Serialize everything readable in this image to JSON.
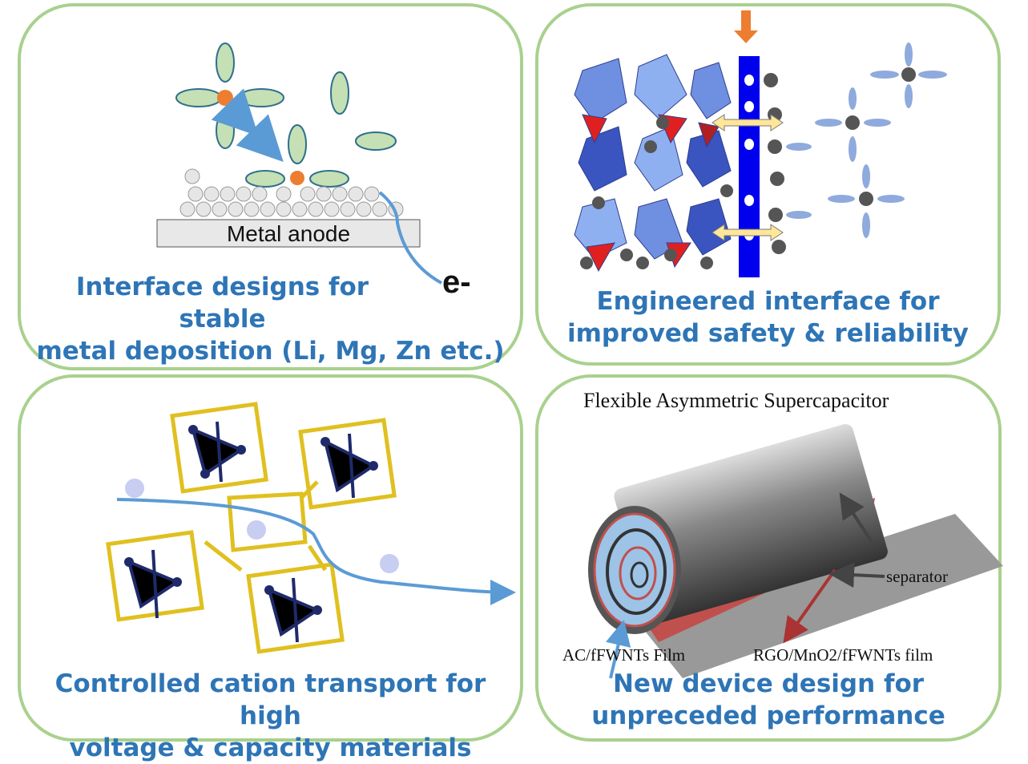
{
  "panels": [
    {
      "caption_line1": "Interface designs for stable",
      "caption_line2": "metal deposition (Li, Mg, Zn etc.)",
      "anode_label": "Metal anode",
      "electron_label": "e-"
    },
    {
      "caption_line1": "Engineered interface for",
      "caption_line2": "improved safety & reliability"
    },
    {
      "caption_line1": "Controlled cation transport for high",
      "caption_line2": "voltage & capacity materials"
    },
    {
      "caption_line1": "New device design for",
      "caption_line2": "unpreceded performance",
      "title": "Flexible Asymmetric Supercapacitor",
      "label_separator": "separator",
      "label_ac": "AC/fFWNTs Film",
      "label_rgo": "RGO/MnO2/fFWNTs film"
    }
  ],
  "colors": {
    "border": "#a9d18e",
    "caption": "#2e75b6",
    "ion": "#ed7d31",
    "solvent": "#c5e0b4"
  }
}
